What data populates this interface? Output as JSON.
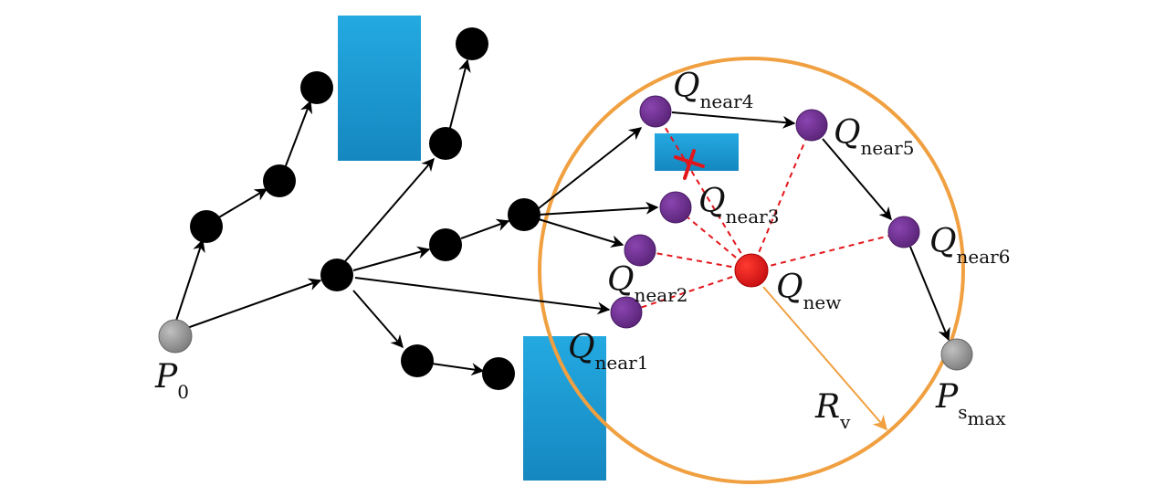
{
  "colors": {
    "obstacle": "#1e9fd8",
    "tree_node": "#000000",
    "near_node": "#6b2d8f",
    "new_node": "#e3161b",
    "endpoint_node": "#9a9a9a",
    "circle": "#f0a040",
    "dashed": "#e3161b",
    "edge": "#000000"
  },
  "labels": {
    "p0_main": "P",
    "p0_sub": "0",
    "ps_main": "P",
    "ps_sub": "s",
    "ps_subsub": "max",
    "qnew_main": "Q",
    "qnew_sub": "new",
    "rv_main": "R",
    "rv_sub": "v",
    "near": [
      {
        "main": "Q",
        "sub": "near1"
      },
      {
        "main": "Q",
        "sub": "near2"
      },
      {
        "main": "Q",
        "sub": "near3"
      },
      {
        "main": "Q",
        "sub": "near4"
      },
      {
        "main": "Q",
        "sub": "near5"
      },
      {
        "main": "Q",
        "sub": "near6"
      }
    ]
  }
}
